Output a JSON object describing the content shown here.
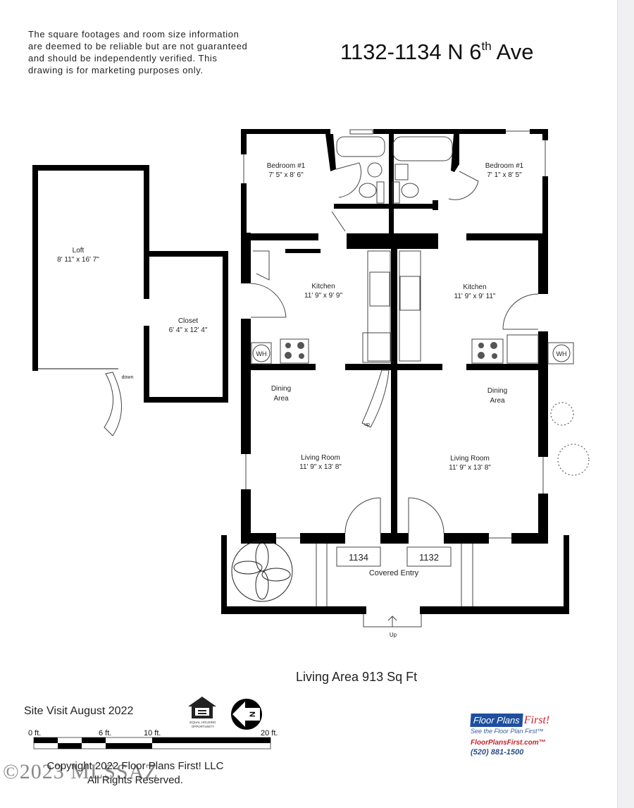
{
  "header": {
    "disclaimer_lines": [
      "The square footages and room size information",
      "are deemed to be reliable but are not guaranteed",
      "and should be independently verified. This",
      "drawing is for marketing purposes only."
    ],
    "address_prefix": "1132-1134 N 6",
    "address_sup": "th",
    "address_suffix": " Ave"
  },
  "floorplan": {
    "rooms": [
      {
        "id": "loft",
        "name": "Loft",
        "size": "8' 11\" x 16' 7\""
      },
      {
        "id": "closet",
        "name": "Closet",
        "size": "6' 4\" x 12' 4\""
      },
      {
        "id": "bedroom-1134",
        "name": "Bedroom #1",
        "size": "7' 5\" x 8' 6\""
      },
      {
        "id": "bedroom-1132",
        "name": "Bedroom #1",
        "size": "7' 1\" x 8' 5\""
      },
      {
        "id": "kitchen-1134",
        "name": "Kitchen",
        "size": "11' 9\" x 9' 9\""
      },
      {
        "id": "kitchen-1132",
        "name": "Kitchen",
        "size": "11' 9\" x 9' 11\""
      },
      {
        "id": "dining-1134",
        "name": "Dining",
        "name2": "Area"
      },
      {
        "id": "dining-1132",
        "name": "Dining",
        "name2": "Area"
      },
      {
        "id": "living-1134",
        "name": "Living Room",
        "size": "11' 9\" x 13' 8\""
      },
      {
        "id": "living-1132",
        "name": "Living Room",
        "size": "11' 9\" x 13' 8\""
      }
    ],
    "fixtures": {
      "water_heater_label": "WH",
      "stairs_down_label": "down",
      "stairs_up_label": "up",
      "entry_up_label": "Up"
    },
    "unit_labels": [
      "1134",
      "1132"
    ],
    "covered_entry_label": "Covered Entry"
  },
  "summary": {
    "living_area": "Living Area 913 Sq Ft",
    "site_visit": "Site Visit August 2022"
  },
  "scale_bar": {
    "labels": [
      "0 ft.",
      "6 ft.",
      "10 ft.",
      "20 ft."
    ]
  },
  "equal_housing": {
    "text": "EQUAL HOUSING OPPORTUNITY"
  },
  "north_arrow": {
    "letter": "N"
  },
  "copyright": {
    "line1": "Copyright 2022 Floor Plans First! LLC",
    "line2": "All Rights Reserved."
  },
  "watermark": "©2023 MLSSAZ",
  "brand": {
    "name_box": "Floor Plans",
    "name_accent": "First!",
    "tagline": "See the Floor Plan First™",
    "url": "FloorPlansFirst.com™",
    "phone": "(520) 881-1500",
    "colors": {
      "blue": "#1d4f9e",
      "red": "#c8202a"
    }
  }
}
